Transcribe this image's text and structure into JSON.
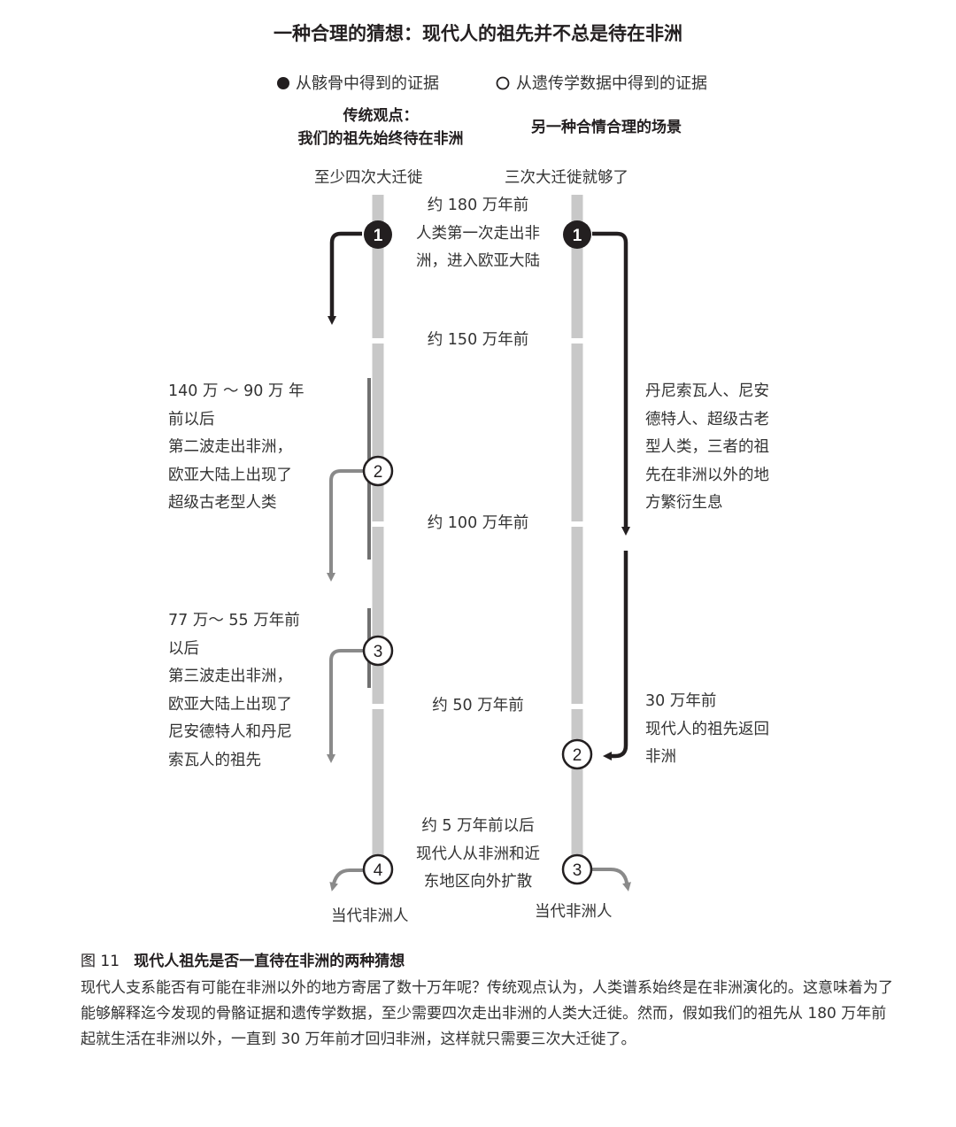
{
  "title": "一种合理的猜想：现代人的祖先并不总是待在非洲",
  "legend": {
    "filled": "从骸骨中得到的证据",
    "hollow": "从遗传学数据中得到的证据"
  },
  "left_column": {
    "heading_line1": "传统观点：",
    "heading_line2": "我们的祖先始终待在非洲",
    "subheading": "至少四次大迁徙",
    "bottom_label": "当代非洲人"
  },
  "right_column": {
    "heading": "另一种合情合理的场景",
    "subheading": "三次大迁徙就够了",
    "bottom_label": "当代非洲人"
  },
  "time_marks": {
    "m180": [
      "约 180 万年前",
      "人类第一次走出非",
      "洲，进入欧亚大陆"
    ],
    "m150": "约 150 万年前",
    "m100": "约 100 万年前",
    "m50": "约 50 万年前",
    "m5": [
      "约 5 万年前以后",
      "现代人从非洲和近",
      "东地区向外扩散"
    ]
  },
  "left_notes": {
    "wave2": [
      "140 万 ～ 90 万 年",
      "前以后",
      "第二波走出非洲，",
      "欧亚大陆上出现了",
      "超级古老型人类"
    ],
    "wave3": [
      "77 万～ 55 万年前",
      "以后",
      "第三波走出非洲，",
      "欧亚大陆上出现了",
      "尼安德特人和丹尼",
      "索瓦人的祖先"
    ]
  },
  "right_notes": {
    "outside": [
      "丹尼索瓦人、尼安",
      "德特人、超级古老",
      "型人类，三者的祖",
      "先在非洲以外的地",
      "方繁衍生息"
    ],
    "return": [
      "30 万年前",
      "现代人的祖先返回",
      "非洲"
    ]
  },
  "markers": {
    "left": [
      "1",
      "2",
      "3",
      "4"
    ],
    "right": [
      "1",
      "2",
      "3"
    ]
  },
  "caption": {
    "figure_no": "图 11",
    "figure_title": "现代人祖先是否一直待在非洲的两种猜想",
    "paragraph": "现代人支系能否有可能在非洲以外的地方寄居了数十万年呢？传统观点认为，人类谱系始终是在非洲演化的。这意味着为了能够解释迄今发现的骨骼证据和遗传学数据，至少需要四次走出非洲的人类大迁徙。然而，假如我们的祖先从 180 万年前起就生活在非洲以外，一直到 30 万年前才回归非洲，这样就只需要三次大迁徙了。"
  },
  "colors": {
    "timeline": "#c8c8c8",
    "dark": "#231f20",
    "grey_arrow": "#8a8a8a",
    "bracket": "#707070"
  }
}
